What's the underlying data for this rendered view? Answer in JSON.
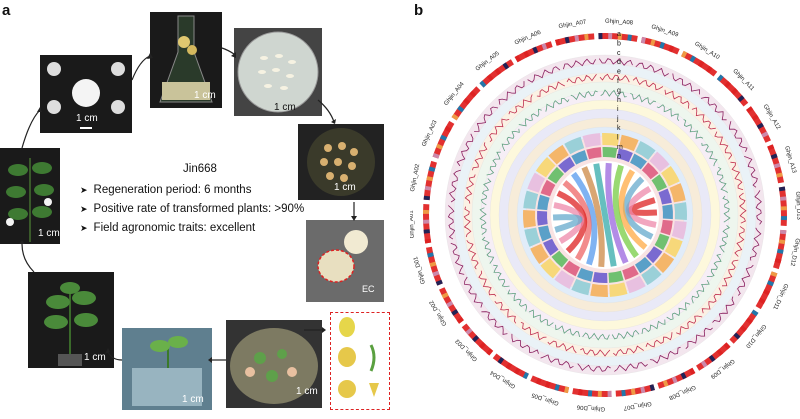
{
  "panel_a_label": "a",
  "panel_b_label": "b",
  "info": {
    "title": "Jin668",
    "bullets": [
      "Regeneration period: 6 months",
      "Positive rate of transformed plants: >90%",
      "Field agronomic traits: excellent"
    ]
  },
  "scale_label": "1 cm",
  "ec_label": "EC",
  "circos": {
    "track_letters": [
      "a",
      "b",
      "c",
      "d",
      "e",
      "f",
      "g",
      "h",
      "i",
      "j",
      "k",
      "l",
      "m",
      "n"
    ],
    "chromosomes": [
      "Ghjin_A01",
      "Ghjin_A02",
      "Ghjin_A03",
      "Ghjin_A04",
      "Ghjin_A05",
      "Ghjin_A06",
      "Ghjin_A07",
      "Ghjin_A08",
      "Ghjin_A09",
      "Ghjin_A10",
      "Ghjin_A11",
      "Ghjin_A12",
      "Ghjin_A13",
      "Ghjin_D13",
      "Ghjin_D12",
      "Ghjin_D11",
      "Ghjin_D10",
      "Ghjin_D09",
      "Ghjin_D08",
      "Ghjin_D07",
      "Ghjin_D06",
      "Ghjin_D05",
      "Ghjin_D04",
      "Ghjin_D03",
      "Ghjin_D02",
      "Ghjin_D01"
    ]
  }
}
